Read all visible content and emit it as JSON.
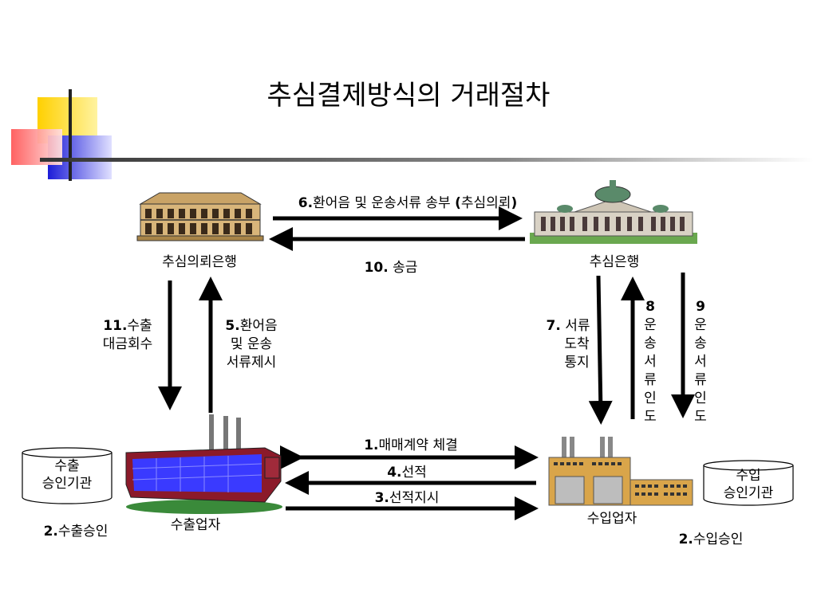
{
  "title": "추심결제방식의 거래절차",
  "parties": {
    "remitting_bank": "추심의뢰은행",
    "collecting_bank": "추심은행",
    "exporter": "수출업자",
    "importer": "수입업자",
    "export_authority_line1": "수출",
    "export_authority_line2": "승인기관",
    "import_authority_line1": "수입",
    "import_authority_line2": "승인기관"
  },
  "steps": {
    "s1_num": "1.",
    "s1_text": "매매계약 체결",
    "s2a_num": "2.",
    "s2a_text": "수출승인",
    "s2b_num": "2.",
    "s2b_text": "수입승인",
    "s3_num": "3.",
    "s3_text": "선적지시",
    "s4_num": "4.",
    "s4_text": "선적",
    "s5_num": "5.",
    "s5_line1": "환어음",
    "s5_line2": "및 운송",
    "s5_line3": "서류제시",
    "s6_num": "6.",
    "s6_text": "환어음 및 운송서류 송부",
    "s6_paren_open": "(",
    "s6_paren_text": "추심의뢰",
    "s6_paren_close": ")",
    "s7_num": "7.",
    "s7_line1": " 서류",
    "s7_line2": "도착",
    "s7_line3": "통지",
    "s8_num": "8",
    "s8_chars": [
      "운",
      "송",
      "서",
      "류",
      "인",
      "도"
    ],
    "s9_num": "9",
    "s9_chars": [
      "운",
      "송",
      "서",
      "류",
      "인",
      "도"
    ],
    "s10_num": "10.",
    "s10_text": " 송금",
    "s11_num": "11.",
    "s11_line1": "수출",
    "s11_line2": "대금회수"
  },
  "colors": {
    "deco_yellow": "#ffd400",
    "deco_red": "#ff3030",
    "deco_blue": "#2020e0",
    "factory_body": "#8b1a2a",
    "factory_glass": "#3a3aff",
    "factory_ground": "#3a8a3a",
    "importer_building": "#d9a54a"
  }
}
